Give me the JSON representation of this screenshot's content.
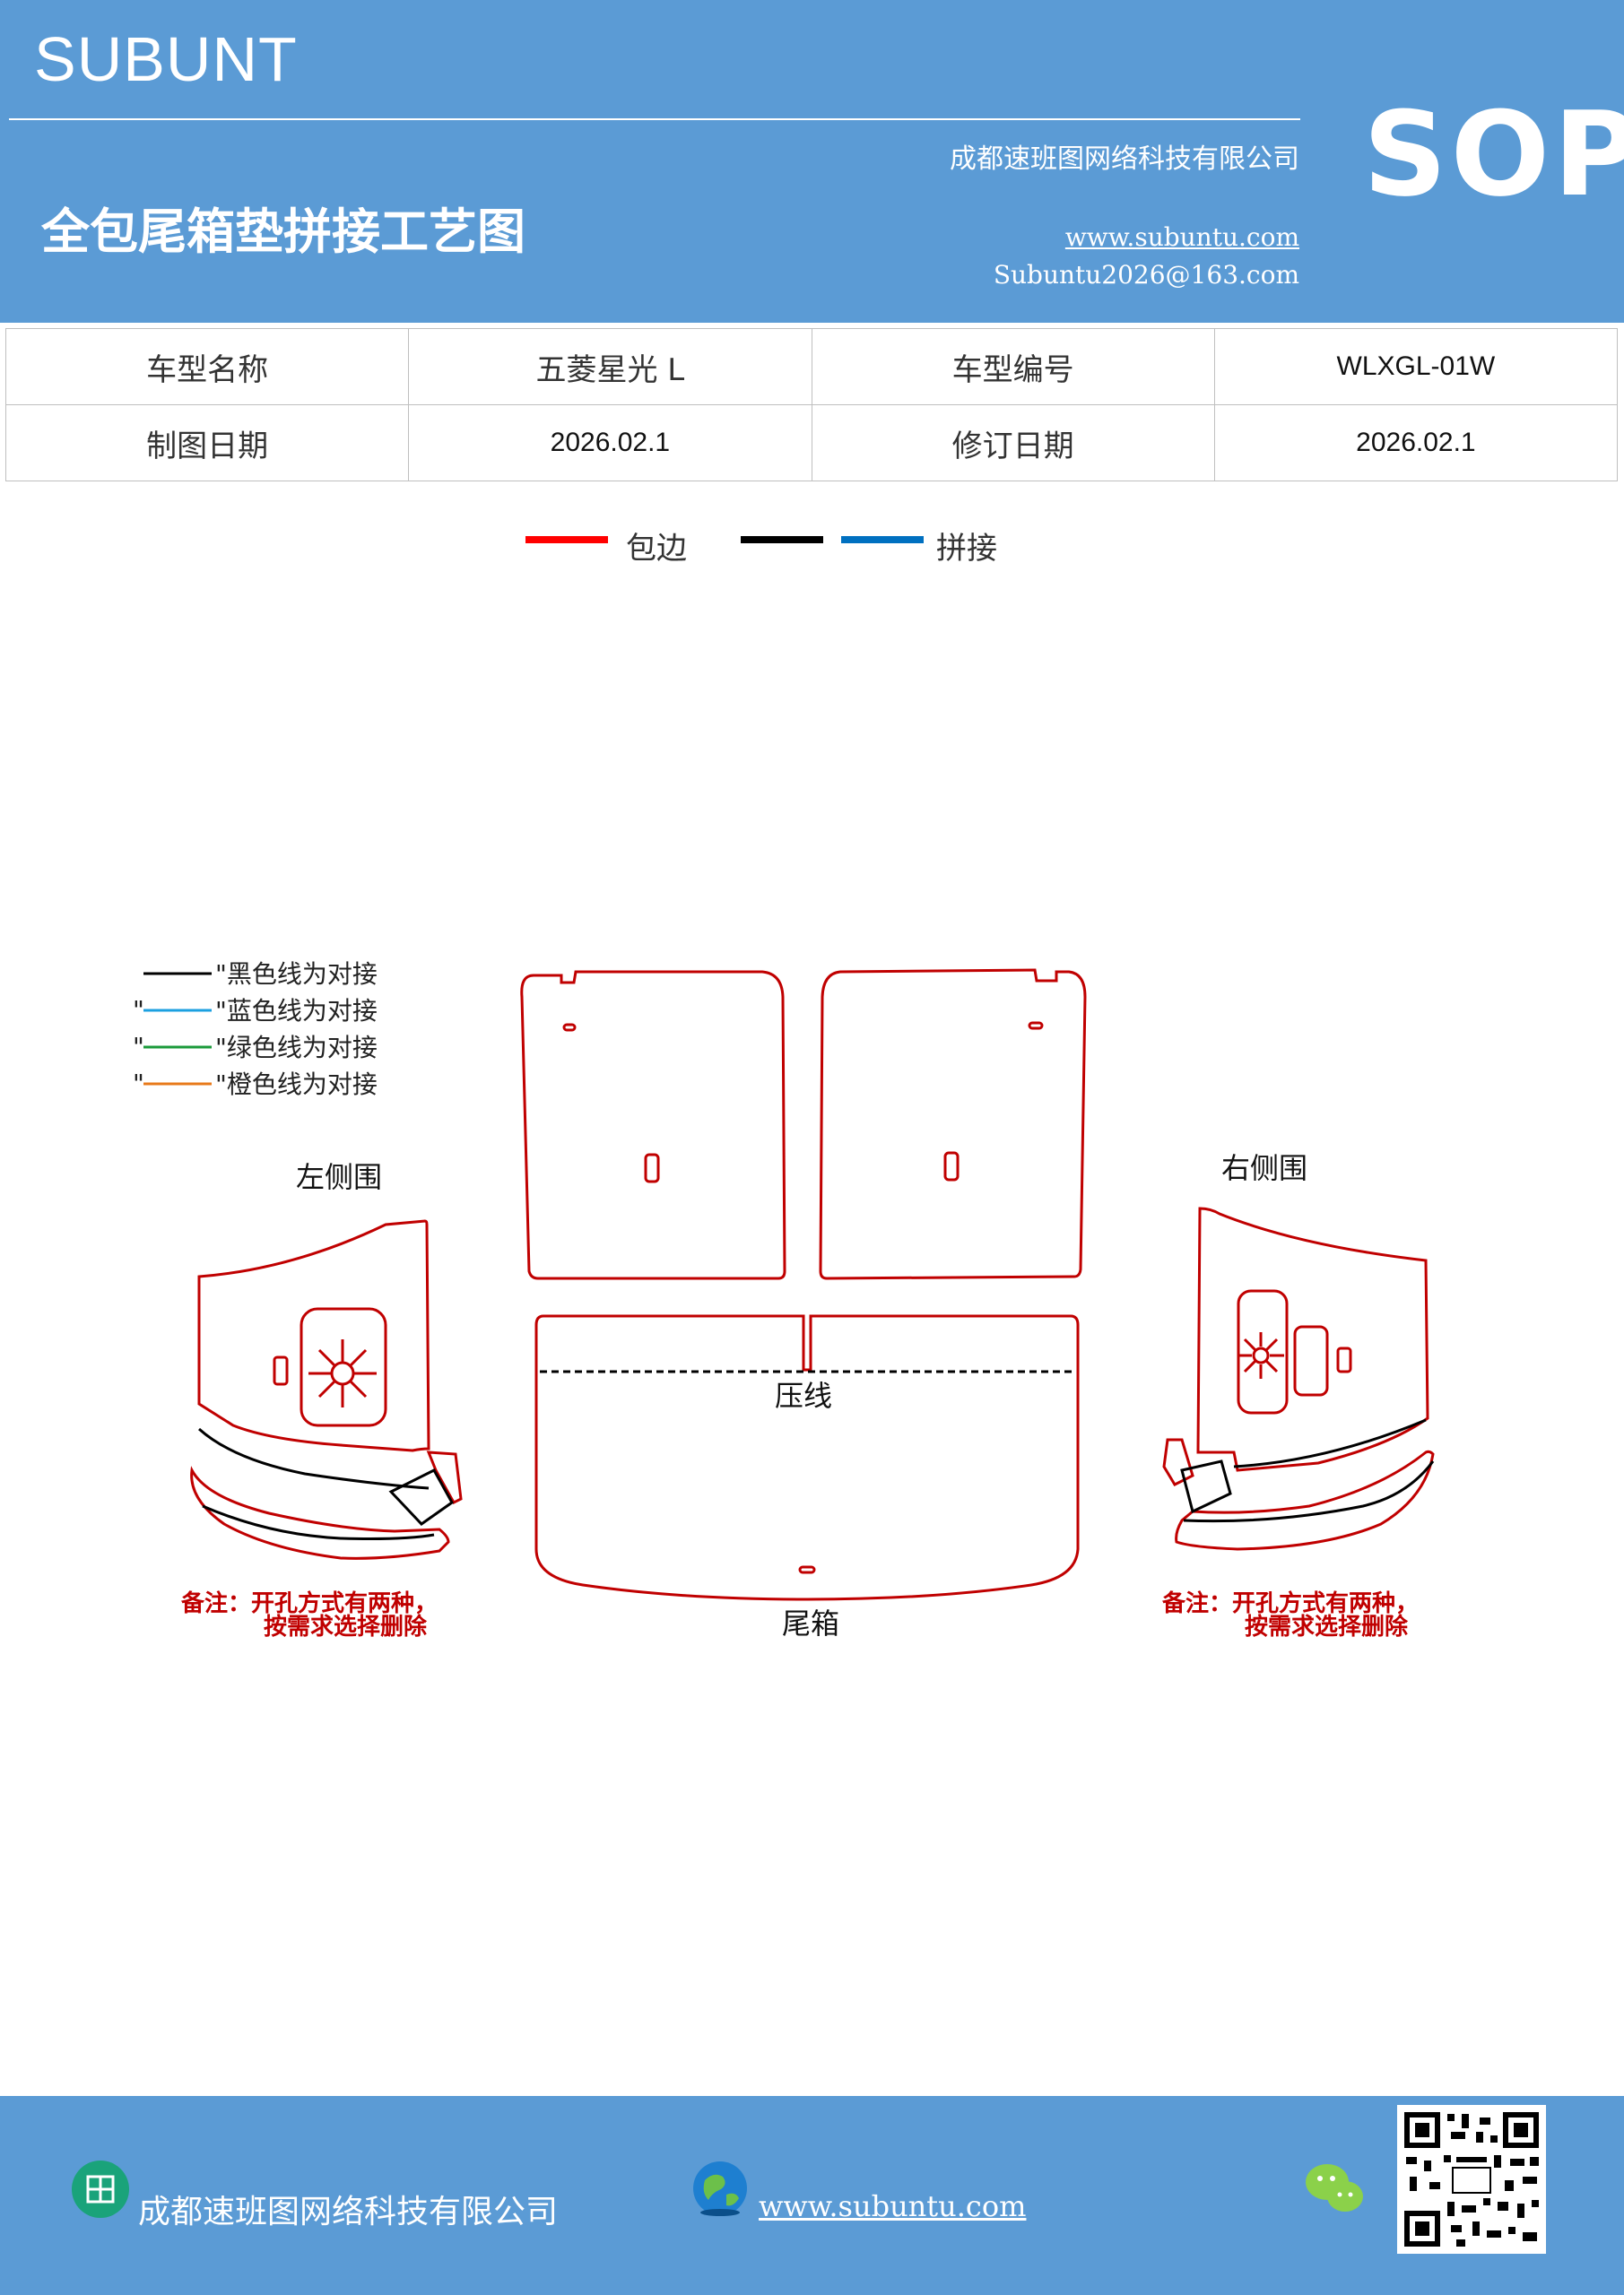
{
  "header": {
    "brand": "SUBUNT",
    "company": "成都速班图网络科技有限公司",
    "title": "全包尾箱垫拼接工艺图",
    "website": "www.subuntu.com",
    "email": "Subuntu2026@163.com",
    "badge": "SOP",
    "bg_color": "#5b9bd5"
  },
  "info_table": {
    "rows": [
      [
        "车型名称",
        "五菱星光 L",
        "车型编号",
        "WLXGL-01W"
      ],
      [
        "制图日期",
        "2026.02.1",
        "修订日期",
        "2026.02.1"
      ]
    ]
  },
  "legend": {
    "items": [
      {
        "label": "包边",
        "color": "#ff0000"
      },
      {
        "label": "拼接",
        "colors": [
          "#000000",
          "#0070c0"
        ]
      }
    ]
  },
  "drawing": {
    "line_legend": [
      {
        "label": "\"黑色线为对接",
        "color": "#000000"
      },
      {
        "label": "\"蓝色线为对接",
        "color": "#1ca0e0"
      },
      {
        "label": "\"绿色线为对接",
        "color": "#1a9a3a"
      },
      {
        "label": "\"橙色线为对接",
        "color": "#e87a1a"
      }
    ],
    "left_label": "左侧围",
    "right_label": "右侧围",
    "center_crease_label": "压线",
    "trunk_label": "尾箱",
    "note_line1": "备注：开孔方式有两种，",
    "note_line2": "按需求选择删除",
    "outline_color": "#c00000",
    "note_color": "#c00000"
  },
  "footer": {
    "company": "成都速班图网络科技有限公司",
    "website": "www.subuntu.com",
    "icons": [
      "building-icon",
      "globe-icon",
      "wechat-icon",
      "qr-code"
    ]
  }
}
